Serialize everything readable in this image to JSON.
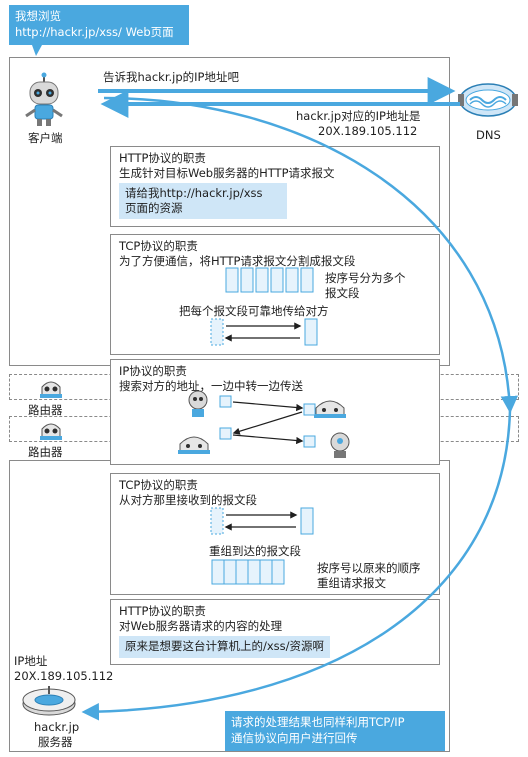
{
  "top_bubble": {
    "line1": "我想浏览",
    "line2": "http://hackr.jp/xss/ Web页面"
  },
  "client": {
    "label": "客户端"
  },
  "dns": {
    "label": "DNS",
    "request_text": "告诉我hackr.jp的IP地址吧",
    "response_line1": "hackr.jp对应的IP地址是",
    "response_line2": "20X.189.105.112"
  },
  "http_send": {
    "title": "HTTP协议的职责",
    "desc": "生成针对目标Web服务器的HTTP请求报文",
    "callout_line1": "请给我http://hackr.jp/xss",
    "callout_line2": "页面的资源"
  },
  "tcp_send": {
    "title": "TCP协议的职责",
    "desc": "为了方便通信，将HTTP请求报文分割成报文段",
    "note_line1": "按序号分为多个",
    "note_line2": "报文段",
    "transfer_text": "把每个报文段可靠地传给对方"
  },
  "ip": {
    "title": "IP协议的职责",
    "desc": "搜索对方的地址，一边中转一边传送"
  },
  "routers": [
    {
      "label": "路由器"
    },
    {
      "label": "路由器"
    }
  ],
  "tcp_receive": {
    "title": "TCP协议的职责",
    "desc": "从对方那里接收到的报文段",
    "reassembled_text": "重组到达的报文段",
    "note_line1": "按序号以原来的顺序",
    "note_line2": "重组请求报文"
  },
  "http_receive": {
    "title": "HTTP协议的职责",
    "desc": "对Web服务器请求的内容的处理",
    "callout": "原来是想要这台计算机上的/xss/资源啊"
  },
  "server": {
    "ip_label": "IP地址",
    "ip_value": "20X.189.105.112",
    "name_line1": "hackr.jp",
    "name_line2": "服务器"
  },
  "bottom_callout": {
    "line1": "请求的处理结果也同样利用TCP/IP",
    "line2": "通信协议向用户进行回传"
  },
  "colors": {
    "accent": "#4aa8df",
    "callout_bg": "#cfe6f7",
    "frame": "#8a8a8a"
  }
}
